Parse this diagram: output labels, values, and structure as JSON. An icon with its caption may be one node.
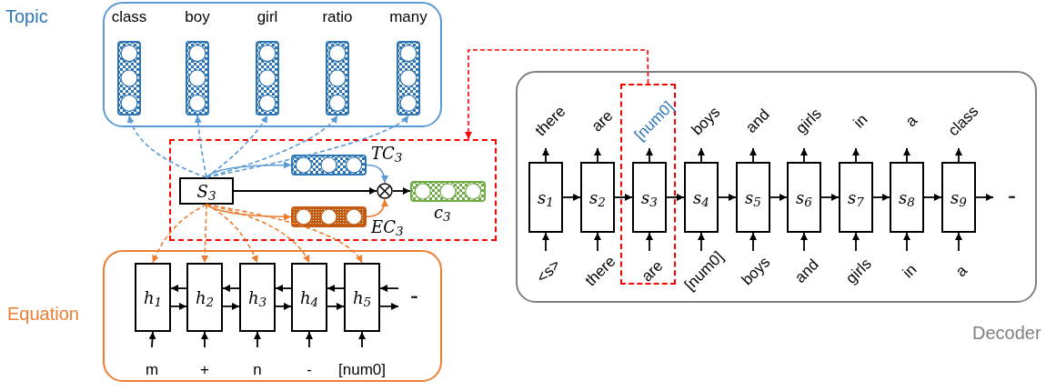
{
  "diagram": {
    "nodes": [
      {
        "text": [
          "Topic"
        ]
      },
      {
        "text": [
          "class"
        ],
        "in": 0
      },
      {
        "text": [
          "boy"
        ],
        "in": 0
      },
      {
        "text": [
          "girl"
        ],
        "in": 0
      },
      {
        "text": [
          "ratio"
        ],
        "in": 0
      },
      {
        "text": [
          "many"
        ],
        "in": 0
      },
      {
        "text": [],
        "shape": "box"
      },
      {
        "text": [
          "S$_{3}$"
        ],
        "in": 6
      },
      {
        "text": [
          "TC$_{3}$"
        ],
        "in": 6
      },
      {
        "text": [
          "EC$_{3}$"
        ],
        "in": 6
      },
      {
        "text": [],
        "shape": "circle",
        "in": 6
      },
      {
        "text": [
          "c$_{3}$"
        ],
        "in": 6
      },
      {
        "text": [
          "Equation"
        ]
      },
      {
        "text": [
          "h$_{1}$"
        ],
        "in": 12
      },
      {
        "text": [
          "h$_{2}$"
        ],
        "in": 12
      },
      {
        "text": [
          "h$_{3}$"
        ],
        "in": 12
      },
      {
        "text": [
          "h$_{4}$"
        ],
        "in": 12
      },
      {
        "text": [
          "h$_{5}$"
        ],
        "in": 12
      },
      {
        "text": [
          "Decoder"
        ]
      },
      {
        "text": [
          "s$_{1}$"
        ],
        "in": 18
      },
      {
        "text": [
          "s$_{2}$"
        ],
        "in": 18
      },
      {
        "text": [],
        "shape": "box",
        "in": 18
      },
      {
        "text": [
          "s$_{3}$"
        ],
        "in": 21
      },
      {
        "text": [
          "s$_{4}$"
        ],
        "in": 18
      },
      {
        "text": [
          "s$_{5}$"
        ],
        "in": 18
      },
      {
        "text": [
          "s$_{6}$"
        ],
        "in": 18
      },
      {
        "text": [
          "s$_{7}$"
        ],
        "in": 18
      },
      {
        "text": [
          "s$_{8}$"
        ],
        "in": 18
      },
      {
        "text": [
          "s$_{9}$"
        ],
        "in": 18
      },
      {
        "text": [
          "m"
        ],
        "in": 12
      },
      {
        "text": [
          "+"
        ],
        "in": 12
      },
      {
        "text": [
          "n"
        ],
        "in": 12
      },
      {
        "text": [
          "-"
        ],
        "in": 12
      },
      {
        "text": [
          "[num0]"
        ],
        "in": 12
      },
      {
        "text": [
          "•••"
        ],
        "in": 12
      },
      {
        "text": [
          "there"
        ],
        "in": 18
      },
      {
        "text": [
          "are"
        ],
        "in": 18
      },
      {
        "text": [
          "[num0]"
        ],
        "in": 21
      },
      {
        "text": [
          "boys"
        ],
        "in": 18
      },
      {
        "text": [
          "and"
        ],
        "in": 18
      },
      {
        "text": [
          "girls"
        ],
        "in": 18
      },
      {
        "text": [
          "in"
        ],
        "in": 18
      },
      {
        "text": [
          "a"
        ],
        "in": 18
      },
      {
        "text": [
          "class"
        ],
        "in": 18
      },
      {
        "text": [
          "<s>"
        ],
        "in": 18
      },
      {
        "text": [
          "there"
        ],
        "in": 18
      },
      {
        "text": [
          "are"
        ],
        "in": 21
      },
      {
        "text": [
          "[num0]"
        ],
        "in": 18
      },
      {
        "text": [
          "boys"
        ],
        "in": 18
      },
      {
        "text": [
          "and"
        ],
        "in": 18
      },
      {
        "text": [
          "girls"
        ],
        "in": 18
      },
      {
        "text": [
          "in"
        ],
        "in": 18
      },
      {
        "text": [
          "a"
        ],
        "in": 18
      },
      {
        "text": [
          "•••"
        ],
        "in": 18
      }
    ],
    "edges": [
      {
        "from": 7,
        "to": 1,
        "arrow": "to",
        "style": "dashed",
        "color": "#5b9bd5"
      },
      {
        "from": 7,
        "to": 2,
        "arrow": "to",
        "style": "dashed",
        "color": "#5b9bd5"
      },
      {
        "from": 7,
        "to": 3,
        "arrow": "to",
        "style": "dashed",
        "color": "#5b9bd5"
      },
      {
        "from": 7,
        "to": 4,
        "arrow": "to",
        "style": "dashed",
        "color": "#5b9bd5"
      },
      {
        "from": 7,
        "to": 5,
        "arrow": "to",
        "style": "dashed",
        "color": "#5b9bd5"
      },
      {
        "from": 7,
        "to": 8,
        "arrow": "to",
        "color": "#5b9bd5"
      },
      {
        "from": 8,
        "to": 10,
        "arrow": "to",
        "color": "#5b9bd5"
      },
      {
        "from": 7,
        "to": 10,
        "arrow": "to"
      },
      {
        "from": 7,
        "to": 9,
        "arrow": "to",
        "color": "#ed7d31"
      },
      {
        "from": 9,
        "to": 10,
        "arrow": "to",
        "color": "#ed7d31"
      },
      {
        "from": 10,
        "to": 11,
        "arrow": "to"
      },
      {
        "from": 7,
        "to": 13,
        "arrow": "to",
        "style": "dashed",
        "color": "#ed7d31"
      },
      {
        "from": 7,
        "to": 14,
        "arrow": "to",
        "style": "dashed",
        "color": "#ed7d31"
      },
      {
        "from": 7,
        "to": 15,
        "arrow": "to",
        "style": "dashed",
        "color": "#ed7d31"
      },
      {
        "from": 7,
        "to": 16,
        "arrow": "to",
        "style": "dashed",
        "color": "#ed7d31"
      },
      {
        "from": 7,
        "to": 17,
        "arrow": "to",
        "style": "dashed",
        "color": "#ed7d31"
      },
      {
        "from": 21,
        "to": 6,
        "arrow": "to",
        "style": "dashed",
        "color": "#ff0000"
      },
      {
        "from": 13,
        "to": 14,
        "arrow": "to"
      },
      {
        "from": 14,
        "to": 15,
        "arrow": "to"
      },
      {
        "from": 15,
        "to": 16,
        "arrow": "to"
      },
      {
        "from": 16,
        "to": 17,
        "arrow": "to"
      },
      {
        "from": 14,
        "to": 13,
        "arrow": "to"
      },
      {
        "from": 15,
        "to": 14,
        "arrow": "to"
      },
      {
        "from": 16,
        "to": 15,
        "arrow": "to"
      },
      {
        "from": 17,
        "to": 16,
        "arrow": "to"
      },
      {
        "from": 34,
        "to": 17,
        "arrow": "to"
      },
      {
        "from": 17,
        "to": 34,
        "arrow": "to"
      },
      {
        "from": 29,
        "to": 13,
        "arrow": "to"
      },
      {
        "from": 30,
        "to": 14,
        "arrow": "to"
      },
      {
        "from": 31,
        "to": 15,
        "arrow": "to"
      },
      {
        "from": 32,
        "to": 16,
        "arrow": "to"
      },
      {
        "from": 33,
        "to": 17,
        "arrow": "to"
      },
      {
        "from": 19,
        "to": 20,
        "arrow": "to"
      },
      {
        "from": 20,
        "to": 22,
        "arrow": "to"
      },
      {
        "from": 22,
        "to": 23,
        "arrow": "to"
      },
      {
        "from": 23,
        "to": 24,
        "arrow": "to"
      },
      {
        "from": 24,
        "to": 25,
        "arrow": "to"
      },
      {
        "from": 25,
        "to": 26,
        "arrow": "to"
      },
      {
        "from": 26,
        "to": 27,
        "arrow": "to"
      },
      {
        "from": 27,
        "to": 28,
        "arrow": "to"
      },
      {
        "from": 28,
        "to": 53,
        "arrow": "to"
      },
      {
        "from": 44,
        "to": 19,
        "arrow": "to"
      },
      {
        "from": 45,
        "to": 20,
        "arrow": "to"
      },
      {
        "from": 46,
        "to": 22,
        "arrow": "to"
      },
      {
        "from": 47,
        "to": 23,
        "arrow": "to"
      },
      {
        "from": 48,
        "to": 24,
        "arrow": "to"
      },
      {
        "from": 49,
        "to": 25,
        "arrow": "to"
      },
      {
        "from": 50,
        "to": 26,
        "arrow": "to"
      },
      {
        "from": 51,
        "to": 27,
        "arrow": "to"
      },
      {
        "from": 52,
        "to": 28,
        "arrow": "to"
      },
      {
        "from": 19,
        "to": 35,
        "arrow": "to"
      },
      {
        "from": 20,
        "to": 36,
        "arrow": "to"
      },
      {
        "from": 22,
        "to": 37,
        "arrow": "to"
      },
      {
        "from": 23,
        "to": 38,
        "arrow": "to"
      },
      {
        "from": 24,
        "to": 39,
        "arrow": "to"
      },
      {
        "from": 25,
        "to": 40,
        "arrow": "to"
      },
      {
        "from": 26,
        "to": 41,
        "arrow": "to"
      },
      {
        "from": 27,
        "to": 42,
        "arrow": "to"
      },
      {
        "from": 28,
        "to": 43,
        "arrow": "to"
      }
    ]
  }
}
